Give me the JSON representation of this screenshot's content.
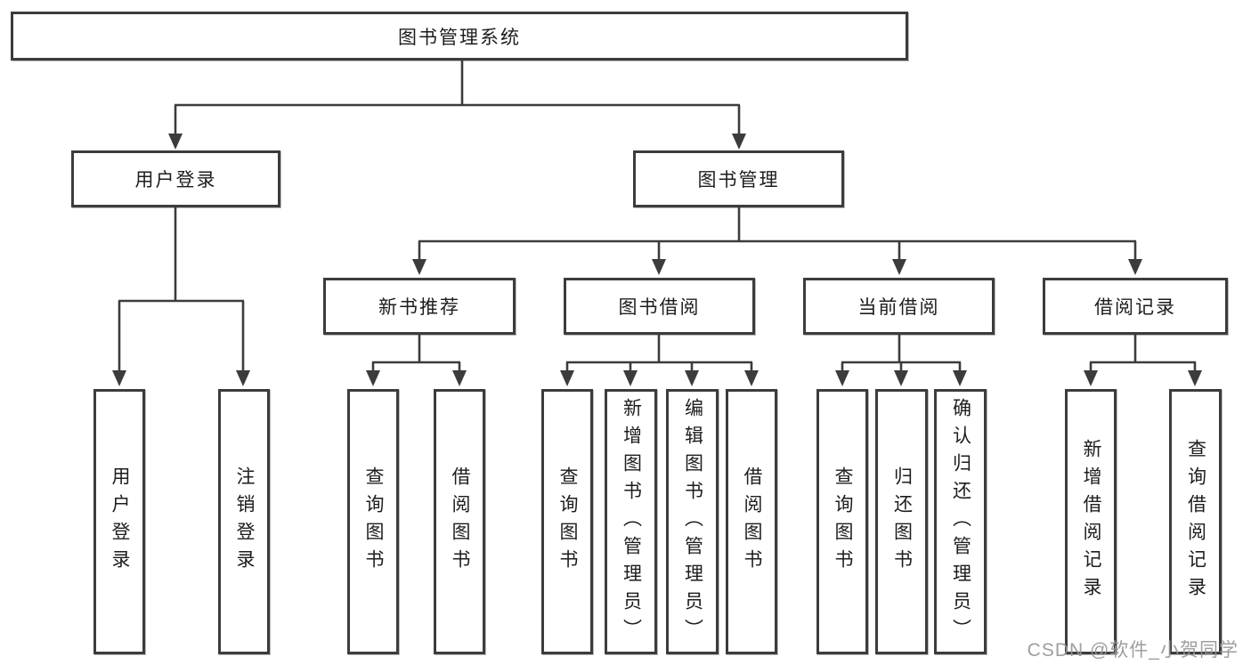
{
  "palette": {
    "background": "#ffffff",
    "box_border": "#3c3c3c",
    "line": "#3c3c3c",
    "text": "#1d1d1d",
    "watermark": "#969696"
  },
  "watermark": {
    "text": "CSDN @软件_小贺同学"
  },
  "tree": {
    "root": {
      "label": "图书管理系统"
    },
    "level2": [
      {
        "label": "用户登录"
      },
      {
        "label": "图书管理"
      }
    ],
    "level3": [
      {
        "label": "新书推荐"
      },
      {
        "label": "图书借阅"
      },
      {
        "label": "当前借阅"
      },
      {
        "label": "借阅记录"
      }
    ],
    "leaves": {
      "login": [
        {
          "label": "用户登录"
        },
        {
          "label": "注销登录"
        }
      ],
      "recommend": [
        {
          "label": "查询图书"
        },
        {
          "label": "借阅图书"
        }
      ],
      "borrow": [
        {
          "label": "查询图书"
        },
        {
          "label": "新增图书（管理员）"
        },
        {
          "label": "编辑图书（管理员）"
        },
        {
          "label": "借阅图书"
        }
      ],
      "current": [
        {
          "label": "查询图书"
        },
        {
          "label": "归还图书"
        },
        {
          "label": "确认归还（管理员）"
        }
      ],
      "records": [
        {
          "label": "新增借阅记录"
        },
        {
          "label": "查询借阅记录"
        }
      ]
    }
  }
}
